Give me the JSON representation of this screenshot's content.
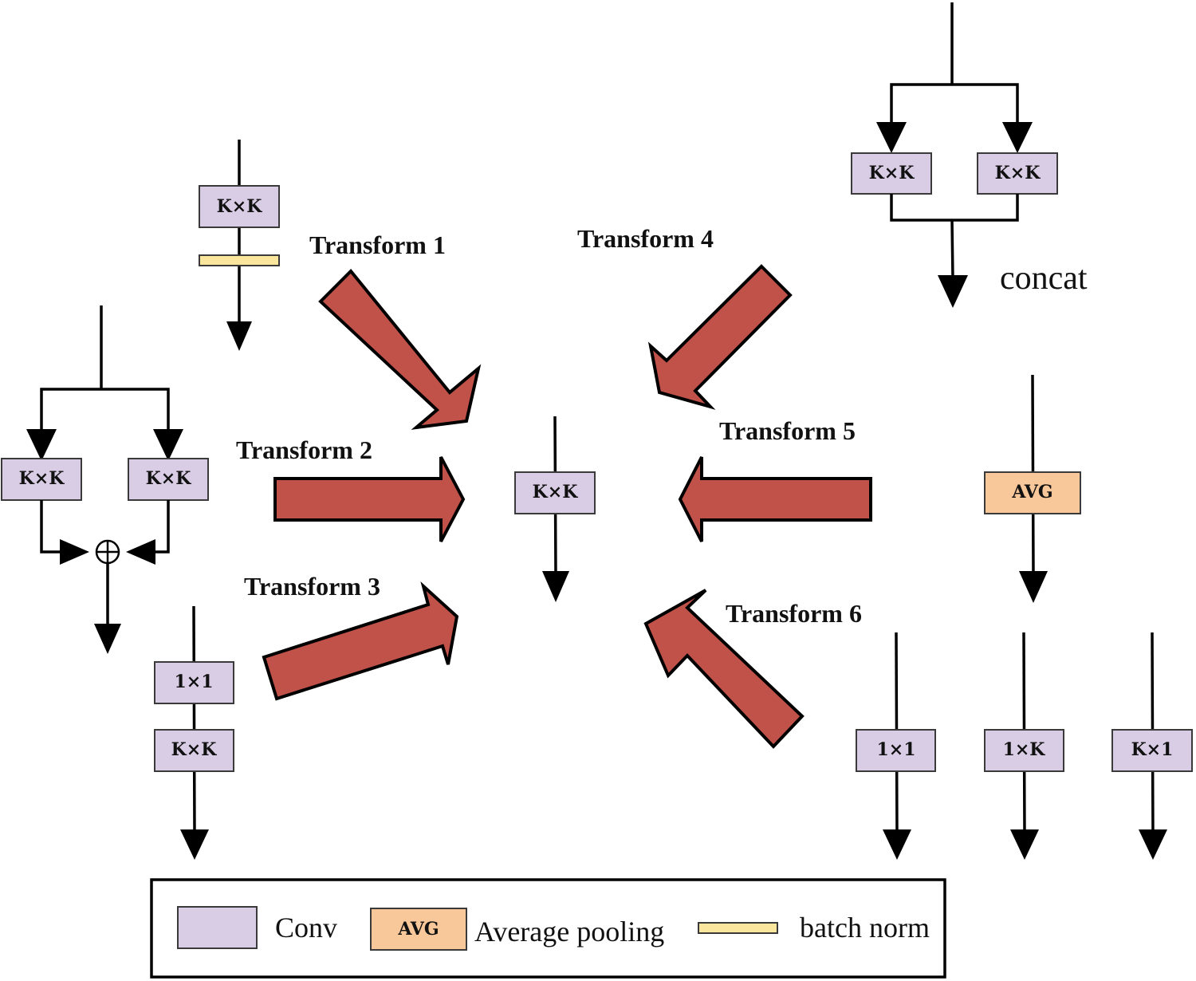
{
  "transform_labels": {
    "t1": "Transform 1",
    "t2": "Transform 2",
    "t3": "Transform 3",
    "t4": "Transform 4",
    "t5": "Transform 5",
    "t6": "Transform 6"
  },
  "boxes": {
    "kxk": "K×K",
    "one_by_one": "1×1",
    "one_by_k": "1×K",
    "k_by_one": "K×1",
    "avg": "AVG"
  },
  "concat_label": "concat",
  "plus_symbol": "⊕",
  "legend": {
    "conv": "Conv",
    "avg_box": "AVG",
    "average_pooling": "Average pooling",
    "batch_norm": "batch norm"
  },
  "colors": {
    "conv": "#d9cde6",
    "avg": "#f9c89a",
    "batch_norm": "#fbe69e",
    "arrow": "#c0524a"
  }
}
